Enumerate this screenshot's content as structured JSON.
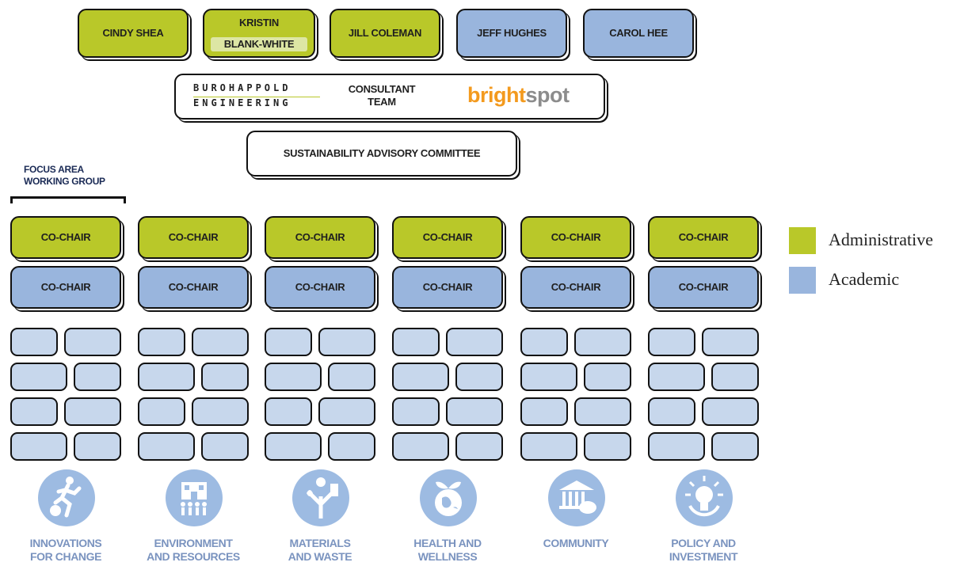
{
  "people": [
    {
      "name": "CINDY SHEA",
      "type": "green"
    },
    {
      "name_top": "KRISTIN",
      "name_bottom": "BLANK-WHITE",
      "type": "green"
    },
    {
      "name": "JILL COLEMAN",
      "type": "green"
    },
    {
      "name": "JEFF HUGHES",
      "type": "blue"
    },
    {
      "name": "CAROL HEE",
      "type": "blue"
    }
  ],
  "consultant": {
    "burohappold_line1": "BUROHAPPOLD",
    "burohappold_line2": "ENGINEERING",
    "label_line1": "CONSULTANT",
    "label_line2": "TEAM",
    "brightspot_a": "bright",
    "brightspot_b": "spot"
  },
  "committee": "SUSTAINABILITY ADVISORY COMMITTEE",
  "working_group": {
    "line1": "FOCUS AREA",
    "line2": "WORKING GROUP"
  },
  "cochair_label": "CO-CHAIR",
  "legend": [
    {
      "label": "Administrative",
      "color": "#b9c829"
    },
    {
      "label": "Academic",
      "color": "#99b5dd"
    }
  ],
  "focus_areas": [
    {
      "line1": "INNOVATIONS",
      "line2": "FOR CHANGE",
      "icon": "runner-apple-icon"
    },
    {
      "line1": "ENVIRONMENT",
      "line2": "AND RESOURCES",
      "icon": "building-people-icon"
    },
    {
      "line1": "MATERIALS",
      "line2": "AND WASTE",
      "icon": "materials-tree-icon"
    },
    {
      "line1": "HEALTH AND",
      "line2": "WELLNESS",
      "icon": "globe-leaf-icon"
    },
    {
      "line1": "COMMUNITY",
      "line2": "",
      "icon": "bank-piggy-icon"
    },
    {
      "line1": "POLICY AND",
      "line2": "INVESTMENT",
      "icon": "lightbulb-cycle-icon"
    }
  ]
}
